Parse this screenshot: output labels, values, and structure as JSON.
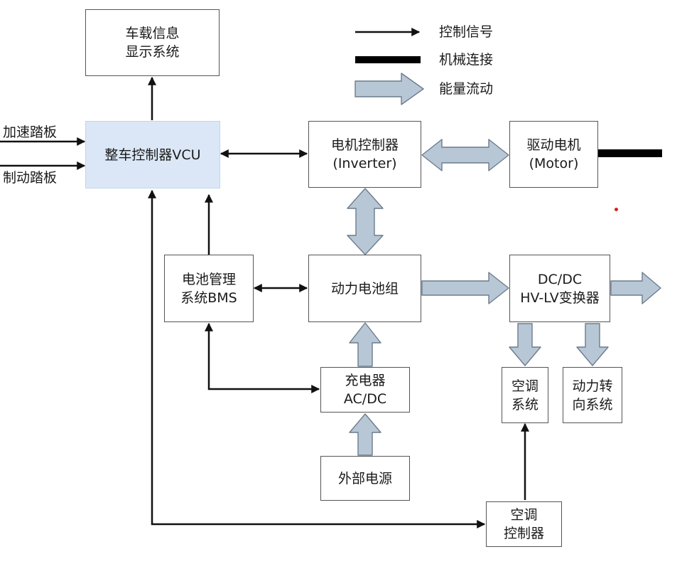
{
  "colors": {
    "arrow": "#111111",
    "energy_fill": "#b7c7d6",
    "energy_stroke": "#6c7c8c",
    "vcu_fill": "#dbe7f6",
    "box_border": "#555555",
    "accent_dot": "#d62020"
  },
  "legend": {
    "control_signal": "控制信号",
    "mechanical_link": "机械连接",
    "energy_flow": "能量流动"
  },
  "inputs": {
    "accelerator": "加速踏板",
    "brake": "制动踏板"
  },
  "blocks": {
    "display": [
      "车载信息",
      "显示系统"
    ],
    "vcu": [
      "整车控制器VCU"
    ],
    "inverter": [
      "电机控制器",
      "(Inverter)"
    ],
    "motor": [
      "驱动电机",
      "(Motor)"
    ],
    "bms": [
      "电池管理",
      "系统BMS"
    ],
    "battery": [
      "动力电池组"
    ],
    "dcdc": [
      "DC/DC",
      "HV-LV变换器"
    ],
    "charger": [
      "充电器",
      "AC/DC"
    ],
    "external_power": [
      "外部电源"
    ],
    "aircon": [
      "空调",
      "系统"
    ],
    "steering": [
      "动力转",
      "向系统"
    ],
    "aircon_controller": [
      "空调",
      "控制器"
    ]
  }
}
